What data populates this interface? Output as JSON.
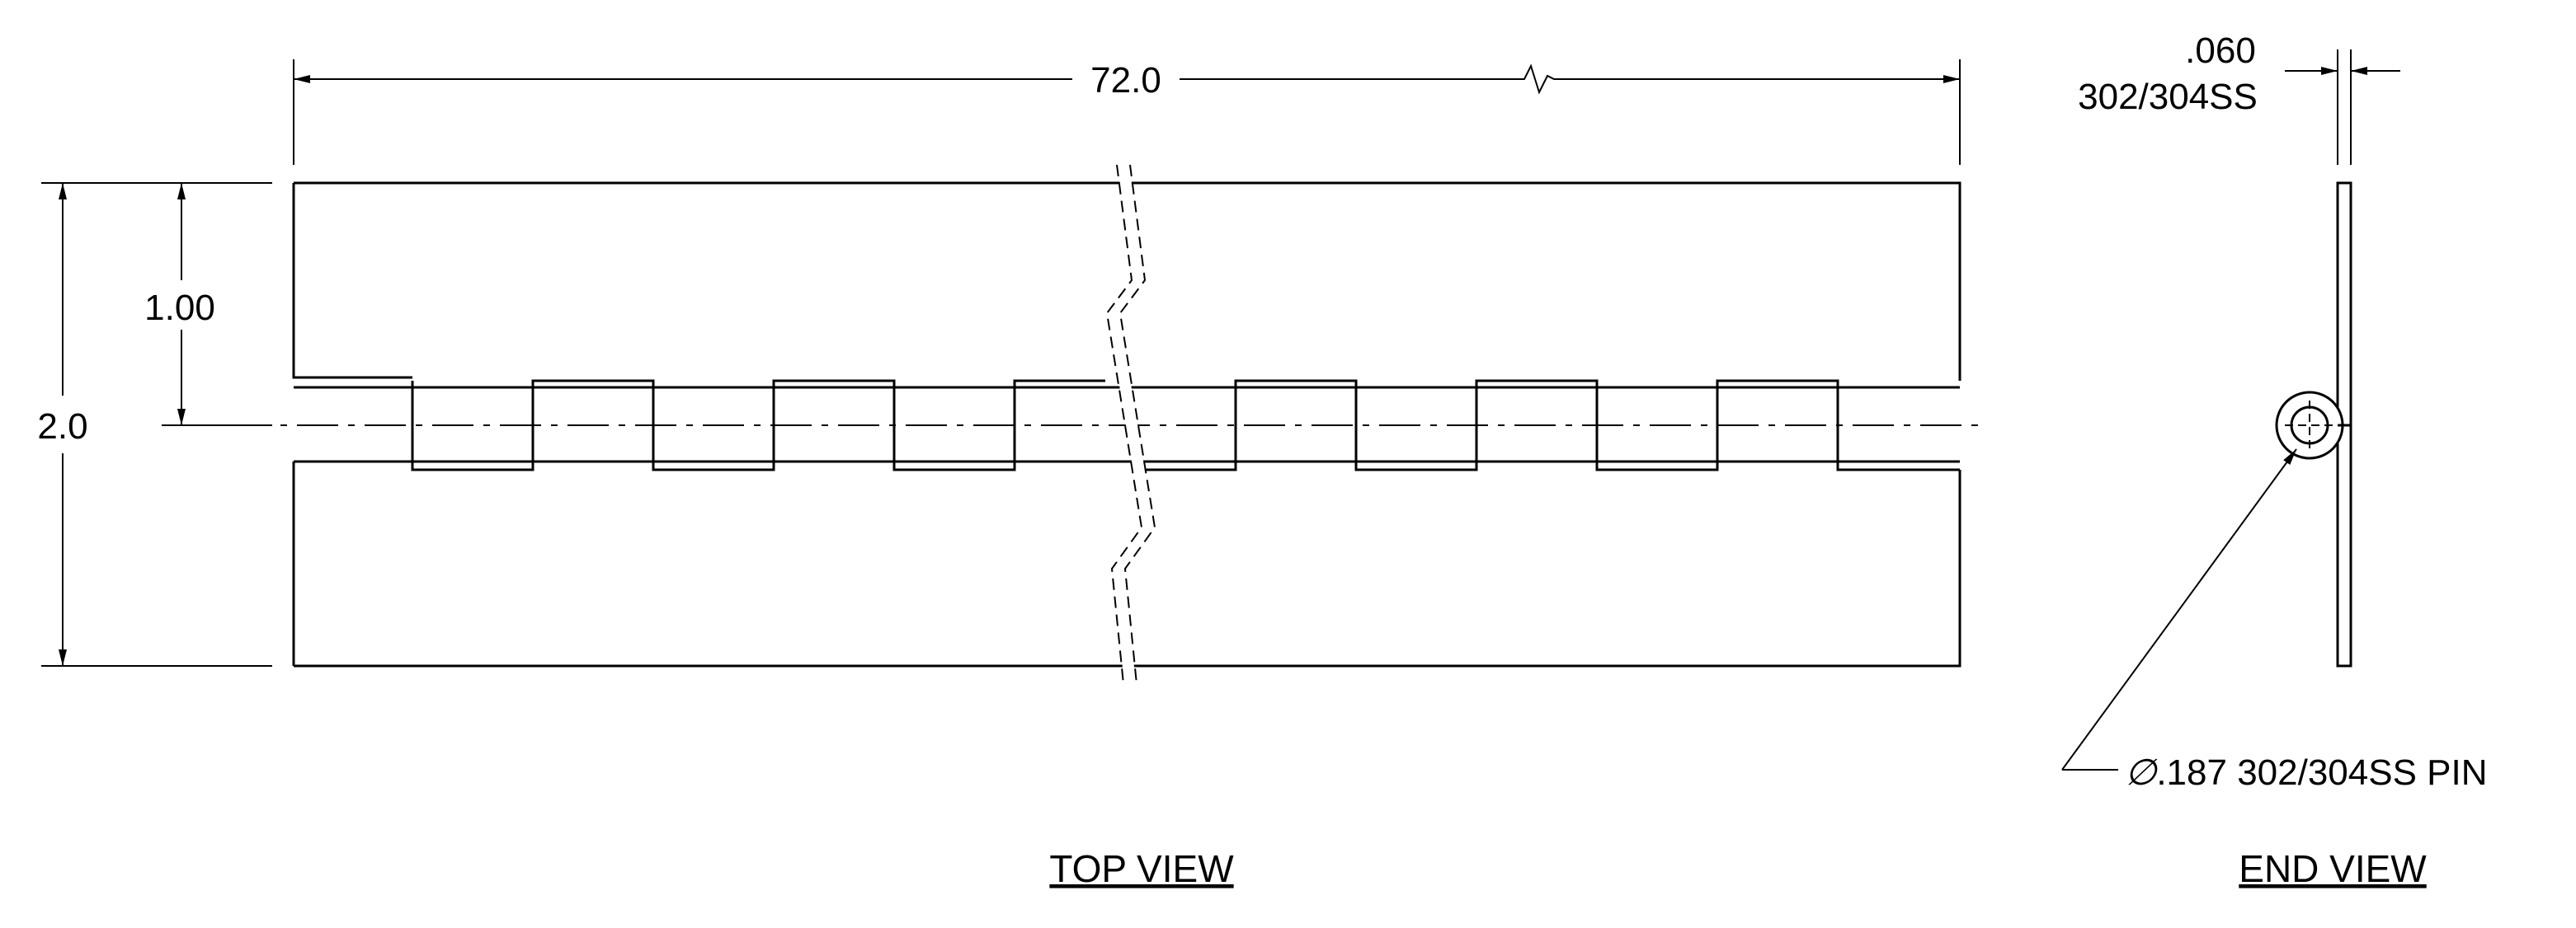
{
  "dimensions": {
    "length": "72.0",
    "width": "2.0",
    "half_width": "1.00",
    "leaf_thickness": ".060",
    "leaf_material": "302/304SS"
  },
  "pin_callout": {
    "symbol": "∅",
    "text": ".187 302/304SS PIN"
  },
  "views": {
    "top": "TOP VIEW",
    "end": "END VIEW"
  }
}
